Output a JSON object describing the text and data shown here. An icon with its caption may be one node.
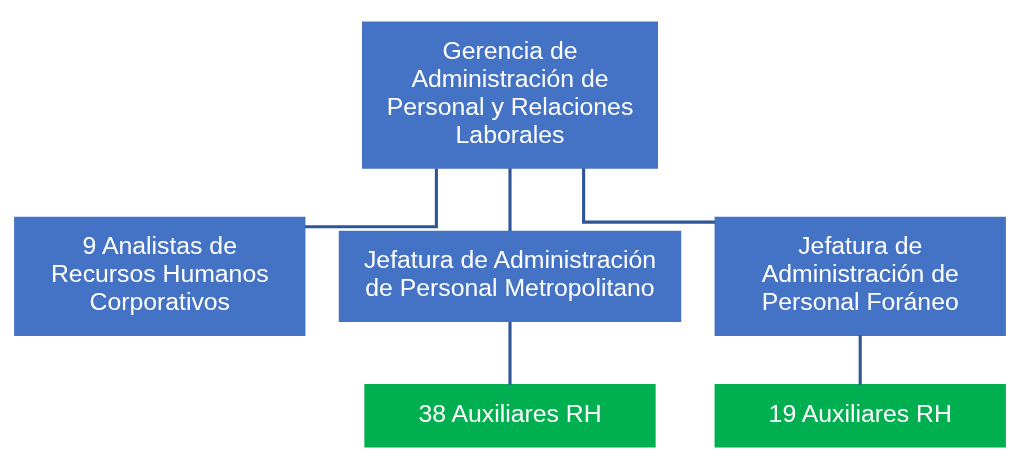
{
  "diagram": {
    "nodes": [
      {
        "text": [
          "Gerencia de Administración de Personal y Relaciones Laborales"
        ]
      },
      {
        "text": [
          "9 Analistas de Recursos Humanos",
          "Corporativos"
        ]
      },
      {
        "text": [
          "Jefatura de Administración de Personal Metropolitano"
        ]
      },
      {
        "text": [
          "Jefatura de Administración de Personal Foráneo"
        ]
      },
      {
        "text": [
          "38 Auxiliares RH"
        ]
      },
      {
        "text": [
          "19 Auxiliares RH"
        ]
      }
    ],
    "edges": [
      {
        "from": 0,
        "to": 1,
        "arrow": "none"
      },
      {
        "from": 0,
        "to": 2,
        "arrow": "none"
      },
      {
        "from": 0,
        "to": 3,
        "arrow": "none"
      },
      {
        "from": 2,
        "to": 4,
        "arrow": "none"
      },
      {
        "from": 3,
        "to": 5,
        "arrow": "none"
      }
    ]
  }
}
